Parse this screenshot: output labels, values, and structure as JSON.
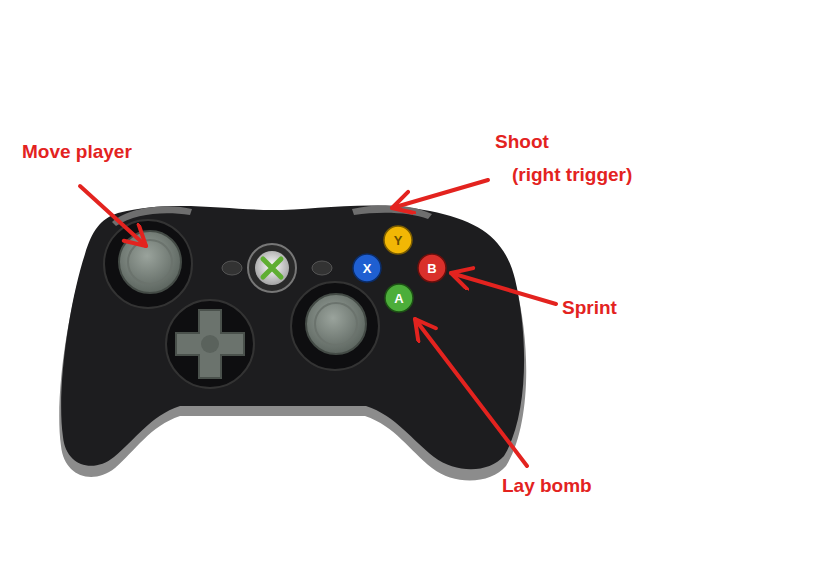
{
  "diagram": {
    "labels": [
      "Move player",
      "Shoot",
      "(right trigger)",
      "Sprint",
      "Lay bomb",
      "Y",
      "X",
      "B",
      "A"
    ]
  }
}
